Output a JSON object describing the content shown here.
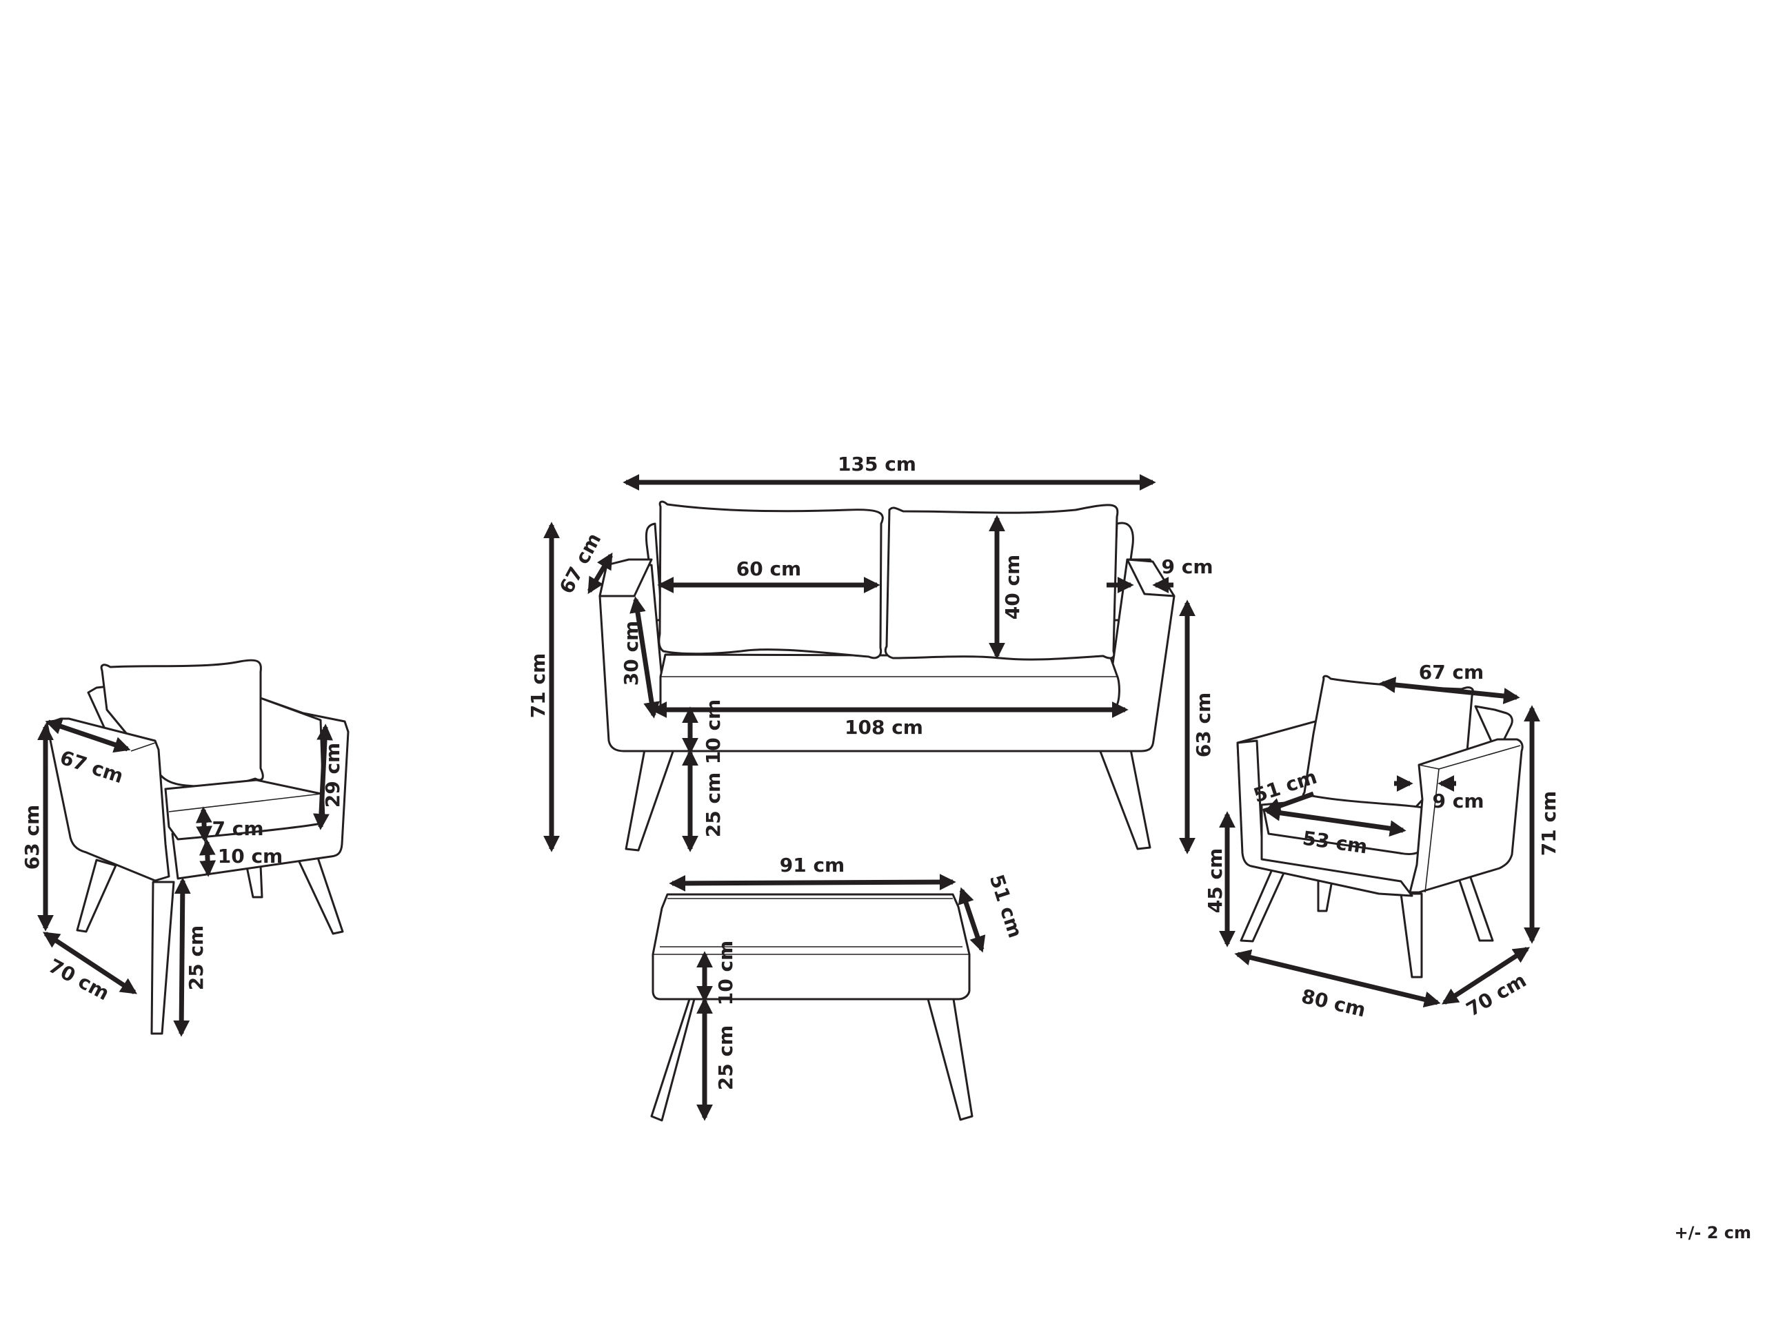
{
  "diagram": {
    "title": "",
    "tolerance": "+/- 2 cm",
    "colors": {
      "line": "#231f20",
      "background": "#ffffff"
    },
    "sofa": {
      "overall_width": "135 cm",
      "overall_height": "71 cm",
      "depth": "67 cm",
      "back_cushion_width": "60 cm",
      "back_cushion_height": "40 cm",
      "armrest_width": "9 cm",
      "armrest_height": "30 cm",
      "seat_width": "108 cm",
      "seat_frame_height": "10 cm",
      "leg_height": "25 cm",
      "arm_height": "63 cm"
    },
    "armchair_left": {
      "width": "67 cm",
      "depth": "70 cm",
      "height": "63 cm",
      "arm_height_above_seat": "29 cm",
      "seat_cushion_height": "7 cm",
      "seat_frame_height": "10 cm",
      "leg_height": "25 cm"
    },
    "armchair_right": {
      "back_width": "67 cm",
      "overall_height": "71 cm",
      "seat_height": "45 cm",
      "seat_depth": "51 cm",
      "seat_width": "53 cm",
      "armrest_width": "9 cm",
      "overall_width": "80 cm",
      "depth": "70 cm"
    },
    "coffee_table": {
      "width": "91 cm",
      "depth": "51 cm",
      "frame_height": "10 cm",
      "leg_height": "25 cm"
    }
  }
}
